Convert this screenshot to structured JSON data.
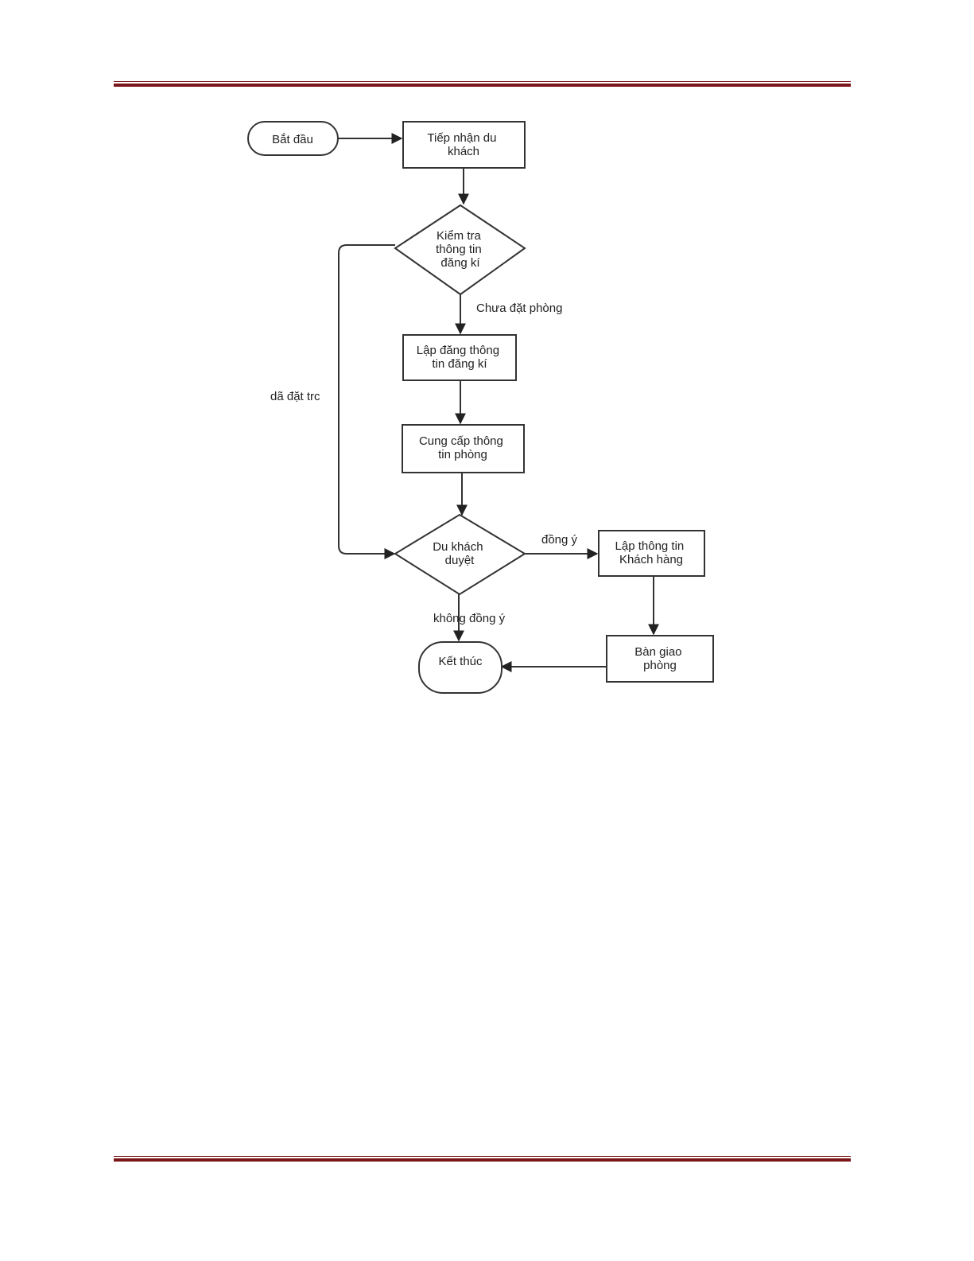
{
  "colors": {
    "rule": "#7a1518",
    "stroke": "#333333",
    "text": "#222222"
  },
  "flowchart": {
    "nodes": {
      "start": {
        "type": "terminal",
        "lines": [
          "Bắt đầu"
        ]
      },
      "receive": {
        "type": "process",
        "lines": [
          "Tiếp nhận du",
          "khách"
        ]
      },
      "check": {
        "type": "decision",
        "lines": [
          "Kiểm tra",
          "thông tin",
          "đăng kí"
        ]
      },
      "register": {
        "type": "process",
        "lines": [
          "Lập đăng thông",
          "tin đăng kí"
        ]
      },
      "provide": {
        "type": "process",
        "lines": [
          "Cung cấp thông",
          "tin phòng"
        ]
      },
      "review": {
        "type": "decision",
        "lines": [
          "Du khách",
          "duyệt"
        ]
      },
      "customer": {
        "type": "process",
        "lines": [
          "Lập thông tin",
          "Khách hàng"
        ]
      },
      "handover": {
        "type": "process",
        "lines": [
          "Bàn giao",
          "phòng"
        ]
      },
      "end": {
        "type": "terminal",
        "lines": [
          "Kết thúc"
        ]
      }
    },
    "edge_labels": {
      "not_booked": "Chưa đặt phòng",
      "booked_before": "dã đặt trc",
      "agree": "đồng ý",
      "disagree": "không đồng ý"
    }
  }
}
